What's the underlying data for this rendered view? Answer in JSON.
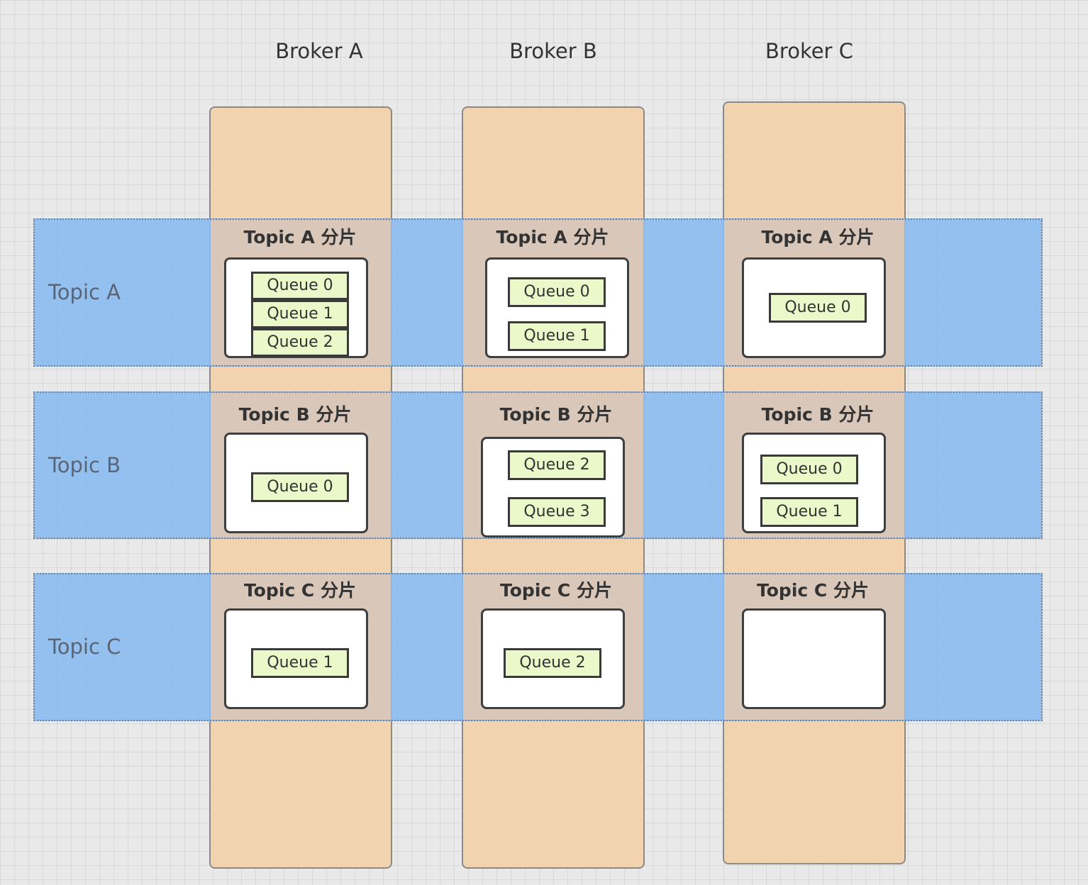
{
  "brokers": [
    {
      "label": "Broker A"
    },
    {
      "label": "Broker B"
    },
    {
      "label": "Broker C"
    }
  ],
  "topics": [
    {
      "label": "Topic A"
    },
    {
      "label": "Topic B"
    },
    {
      "label": "Topic C"
    }
  ],
  "shards": {
    "a_a": {
      "title": "Topic A 分片",
      "queues": [
        "Queue 0",
        "Queue 1",
        "Queue 2"
      ]
    },
    "b_a": {
      "title": "Topic A 分片",
      "queues": [
        "Queue 0",
        "Queue 1"
      ]
    },
    "c_a": {
      "title": "Topic A 分片",
      "queues": [
        "Queue 0"
      ]
    },
    "a_b": {
      "title": "Topic B 分片",
      "queues": [
        "Queue 0"
      ]
    },
    "b_b": {
      "title": "Topic B 分片",
      "queues": [
        "Queue 2",
        "Queue 3"
      ]
    },
    "c_b": {
      "title": "Topic B 分片",
      "queues": [
        "Queue 0",
        "Queue 1"
      ]
    },
    "a_c": {
      "title": "Topic C 分片",
      "queues": [
        "Queue 1"
      ]
    },
    "b_c": {
      "title": "Topic C 分片",
      "queues": [
        "Queue 2"
      ]
    },
    "c_c": {
      "title": "Topic C 分片",
      "queues": []
    }
  },
  "colors": {
    "broker_fill": "#f2d3b0",
    "topic_fill": "#8cbcf0",
    "overlap_fill": "#d9c7b9",
    "queue_fill": "#ebf8c9"
  }
}
